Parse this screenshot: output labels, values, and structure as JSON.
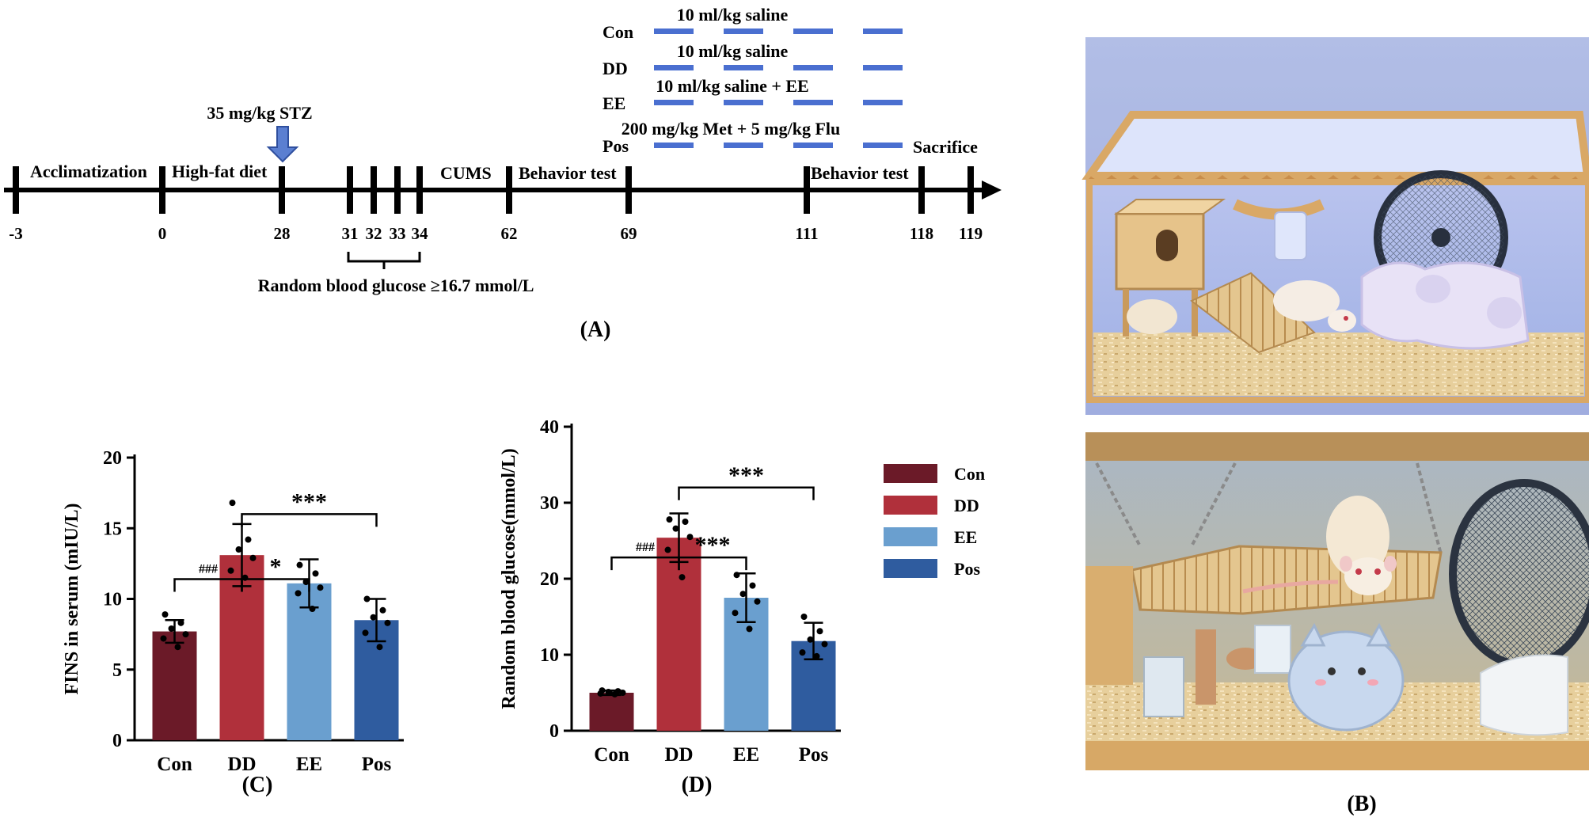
{
  "timeline": {
    "stages": [
      "Acclimatization",
      "High-fat diet",
      "CUMS",
      "Behavior test",
      "Behavior test",
      "Sacrifice"
    ],
    "days": [
      "-3",
      "0",
      "28",
      "31",
      "32",
      "33",
      "34",
      "62",
      "69",
      "111",
      "118",
      "119"
    ],
    "stz_label": "35 mg/kg STZ",
    "glucose_note": "Random blood glucose ≥16.7 mmol/L",
    "groups": [
      {
        "name": "Con",
        "treatment": "10 ml/kg saline"
      },
      {
        "name": "DD",
        "treatment": "10 ml/kg saline"
      },
      {
        "name": "EE",
        "treatment": "10 ml/kg saline + EE"
      },
      {
        "name": "Pos",
        "treatment": "200 mg/kg Met + 5 mg/kg Flu"
      }
    ]
  },
  "panel_labels": {
    "a": "(A)",
    "b": "(B)",
    "c": "(C)",
    "d": "(D)"
  },
  "photos": {
    "top": "Photo of rat cage with environmental enrichment (wooden house, ramp, running wheel, tunnel)",
    "bottom": "Close-up photo of rat on wooden bridge inside enriched cage"
  },
  "legend": [
    {
      "name": "Con",
      "color": "#6b1a28"
    },
    {
      "name": "DD",
      "color": "#b0303b"
    },
    {
      "name": "EE",
      "color": "#6a9fcf"
    },
    {
      "name": "Pos",
      "color": "#2f5c9f"
    }
  ],
  "chart_data": [
    {
      "type": "bar",
      "panel": "C",
      "categories": [
        "Con",
        "DD",
        "EE",
        "Pos"
      ],
      "values": [
        7.7,
        13.1,
        11.1,
        8.5
      ],
      "errors": [
        0.8,
        2.2,
        1.7,
        1.5
      ],
      "points": [
        [
          8.9,
          8.3,
          7.9,
          7.5,
          7.2,
          6.6
        ],
        [
          16.8,
          14.2,
          13.5,
          12.9,
          12.0,
          11.5
        ],
        [
          12.4,
          11.8,
          11.2,
          10.8,
          10.4,
          9.3
        ],
        [
          10.0,
          9.2,
          8.7,
          8.3,
          7.6,
          6.6
        ]
      ],
      "ylabel": "FINS in serum (mIU/L)",
      "ylim": [
        0,
        20
      ],
      "yticks": [
        "0",
        "5",
        "10",
        "15",
        "20"
      ],
      "significance": [
        {
          "from": 0,
          "to": 1,
          "label": "###"
        },
        {
          "from": 1,
          "to": 2,
          "label": "*"
        },
        {
          "from": 1,
          "to": 3,
          "label": "***"
        }
      ]
    },
    {
      "type": "bar",
      "panel": "D",
      "categories": [
        "Con",
        "DD",
        "EE",
        "Pos"
      ],
      "values": [
        5.0,
        25.4,
        17.5,
        11.8
      ],
      "errors": [
        0.3,
        3.2,
        3.2,
        2.4
      ],
      "points": [
        [
          5.3,
          5.2,
          5.1,
          5.0,
          4.9,
          4.8
        ],
        [
          27.8,
          27.5,
          26.6,
          25.5,
          23.8,
          20.2
        ],
        [
          20.5,
          19.1,
          18.0,
          17.0,
          15.5,
          13.4
        ],
        [
          15.0,
          13.1,
          12.0,
          11.4,
          10.3,
          9.8
        ]
      ],
      "ylabel": "Random blood glucose(mmol/L)",
      "ylim": [
        0,
        40
      ],
      "yticks": [
        "0",
        "10",
        "20",
        "30",
        "40"
      ],
      "significance": [
        {
          "from": 0,
          "to": 1,
          "label": "###"
        },
        {
          "from": 1,
          "to": 2,
          "label": "***"
        },
        {
          "from": 1,
          "to": 3,
          "label": "***"
        }
      ]
    }
  ]
}
